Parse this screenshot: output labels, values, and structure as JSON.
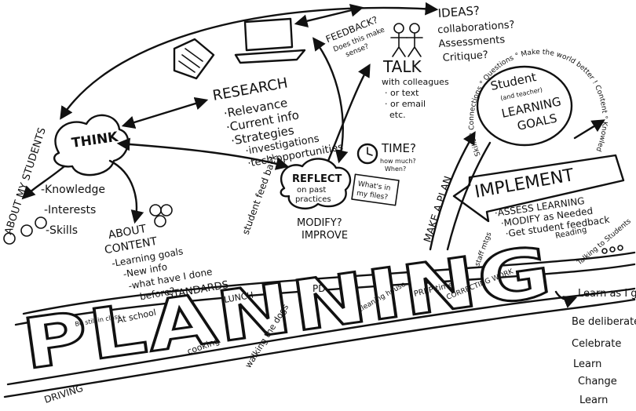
{
  "think": {
    "label": "THINK",
    "items": [
      "-Knowledge",
      "-Interests",
      "-Skills"
    ],
    "about": "ABOUT MY STUDENTS"
  },
  "about_content": {
    "title_1": "ABOUT",
    "title_2": "CONTENT",
    "items": [
      "-Learning goals",
      "-New info",
      "-what have I done",
      "before?",
      "STANDARDS"
    ]
  },
  "research": {
    "title": "RESEARCH",
    "items": [
      "·Relevance",
      "·Current info",
      "·Strategies",
      "·investigations",
      "·tech opportunities"
    ]
  },
  "feedback": {
    "title": "FEEDBACK?",
    "sub_1": "Does this make",
    "sub_2": "sense?"
  },
  "ideas": {
    "items": [
      "IDEAS?",
      "collaborations?",
      "Assessments",
      "Critique?"
    ]
  },
  "talk": {
    "title": "TALK",
    "items": [
      "with colleagues",
      "· or text",
      "· or email",
      "etc."
    ]
  },
  "time": {
    "title": "TIME?",
    "sub_1": "how much?",
    "sub_2": "When?"
  },
  "reflect": {
    "title": "REFLECT",
    "sub_1": "on past",
    "sub_2": "practices",
    "modify": "MODIFY?",
    "improve": "IMPROVE",
    "box_1": "What's in",
    "box_2": "my files?"
  },
  "student_feedback": "student feed back",
  "student_goals": {
    "line_1": "Student",
    "line_2": "(and teacher)",
    "line_3": "LEARNING",
    "line_4": "GOALS",
    "ring": "Skills ° Connections ° Questions ° Make the world better ! Content ° Knowledge"
  },
  "make_a_plan": "MAKE A PLAN",
  "implement": {
    "title": "IMPLEMENT",
    "items": [
      "·ASSESS LEARNING",
      "·MODIFY as Needed",
      "·Get student feedback"
    ]
  },
  "side_notes": [
    "Reading",
    "Talking to Students",
    "staff mtgs"
  ],
  "planning_word": "PLANNING",
  "road_labels": [
    "DRIVING",
    "Be still in class",
    "At school",
    "cooking",
    "LUNCH",
    "walking the dogs",
    "PD",
    "cleaning house",
    "PREP time",
    "CORRECTING WORK"
  ],
  "right_list": [
    "Learn as I go",
    "Be deliberate",
    "Celebrate",
    "Learn",
    "Change",
    "Learn"
  ]
}
